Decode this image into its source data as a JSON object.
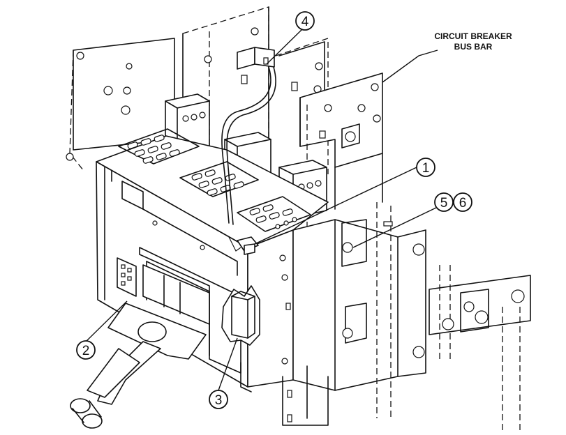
{
  "diagram": {
    "label": {
      "line1": "CIRCUIT BREAKER",
      "line2": "BUS BAR"
    },
    "callouts": [
      "1",
      "2",
      "3",
      "4",
      "5",
      "6"
    ]
  }
}
